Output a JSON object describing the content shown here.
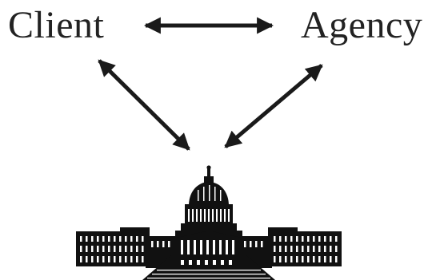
{
  "diagram": {
    "nodes": {
      "client": {
        "label": "Client"
      },
      "agency": {
        "label": "Agency"
      }
    },
    "government_icon": "capitol-building-icon",
    "edges": [
      {
        "from": "client",
        "to": "agency",
        "bidirectional": true
      },
      {
        "from": "client",
        "to": "government",
        "bidirectional": true
      },
      {
        "from": "agency",
        "to": "government",
        "bidirectional": true
      }
    ],
    "colors": {
      "text": "#222222",
      "arrow": "#1a1a1a",
      "building": "#111111",
      "background": "#ffffff"
    }
  }
}
